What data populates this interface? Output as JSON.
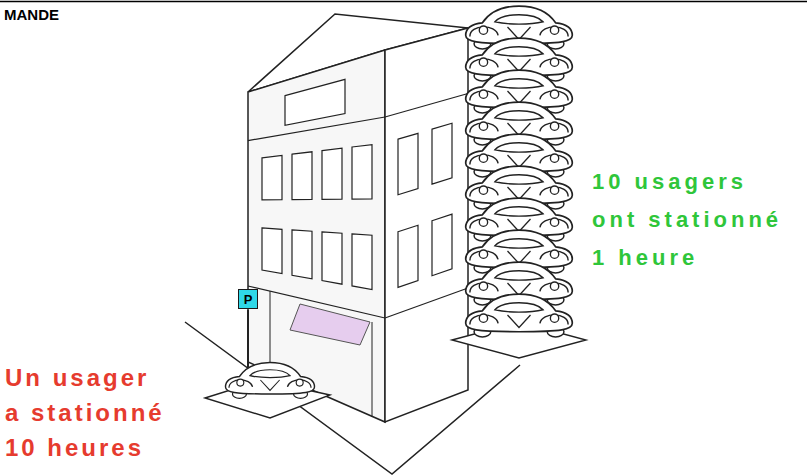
{
  "diagram": {
    "title": "MANDE",
    "nodes": [
      {
        "text": [
          "P"
        ]
      }
    ],
    "labels": [
      "Un usager a stationné 10 heures",
      "10 usagers ont stationné 1 heure"
    ]
  }
}
